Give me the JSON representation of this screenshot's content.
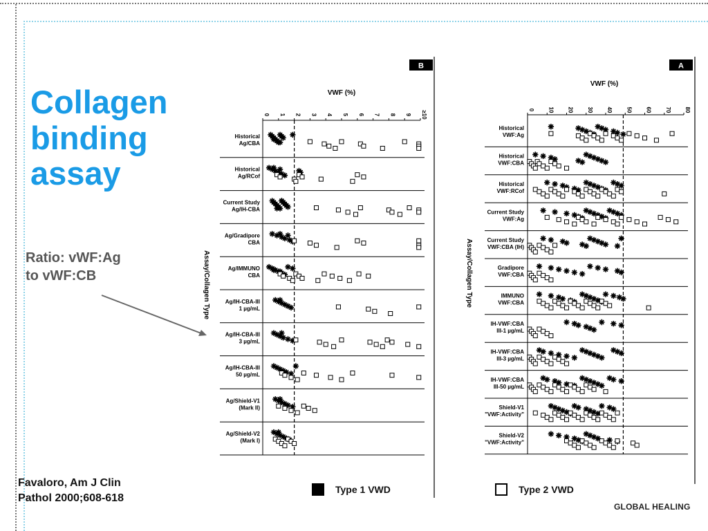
{
  "slide": {
    "title": "Collagen\nbinding\nassay",
    "ratio_note": "Ratio: vWF:Ag\nto vWF:CB",
    "citation": "Favaloro, Am J Clin\nPathol 2000;608-618",
    "logo": "GLOBAL HEALING"
  },
  "legend": [
    {
      "label": "Type 1 VWD",
      "style": "filled"
    },
    {
      "label": "Type 2 VWD",
      "style": "open"
    }
  ],
  "colors": {
    "title": "#1a9be6",
    "frame": "#8fd3e8",
    "marker": "#000000"
  },
  "chart_data": [
    {
      "type": "scatter",
      "panel_tag": "B",
      "title": "VWF (%)",
      "ylabel": "Assay/Collagen Type",
      "x_ticks": [
        "0",
        "1",
        "2",
        "3",
        "4",
        "5",
        "6",
        "7",
        "8",
        "9",
        "≥10"
      ],
      "xlim": [
        0,
        10
      ],
      "reference_line": 2,
      "marker_legend": {
        "Type 1 VWD": "filled star",
        "Type 2 VWD": "open square"
      },
      "categories": [
        "Historical\nAg/CBA",
        "Historical\nAg/RCof",
        "Current Study\nAg/IH-CBA",
        "Ag/Gradipore\nCBA",
        "Ag/IMMUNO\nCBA",
        "Ag/IH-CBA-III\n1 µg/mL",
        "Ag/IH-CBA-III\n3 µg/mL",
        "Ag/IH-CBA-III\n50 µg/mL",
        "Ag/Shield-V1\n(Mark II)",
        "Ag/Shield-V2\n(Mark I)"
      ],
      "series": [
        {
          "name": "Type 1 VWD",
          "values": [
            [
              0.5,
              0.6,
              0.7,
              0.8,
              0.9,
              1.0,
              1.1,
              1.2,
              1.3,
              0.7,
              0.9,
              1.1,
              1.9
            ],
            [
              0.4,
              0.6,
              0.8,
              1.0,
              1.2,
              1.4,
              0.7,
              1.1,
              2.3,
              2.4
            ],
            [
              0.6,
              0.7,
              0.8,
              0.9,
              1.0,
              1.1,
              1.2,
              1.3,
              1.4,
              1.5,
              1.6,
              0.9,
              1.2
            ],
            [
              0.6,
              0.9,
              1.2,
              1.4,
              1.7,
              1.9,
              1.1,
              1.6
            ],
            [
              0.4,
              0.6,
              0.8,
              1.0,
              1.2,
              1.4,
              1.6,
              1.9,
              0.7,
              1.1
            ],
            [
              0.8,
              1.0,
              1.2,
              1.4,
              1.6,
              1.8,
              1.1
            ],
            [
              0.7,
              0.9,
              1.1,
              1.3,
              1.6,
              1.9,
              1.2
            ],
            [
              0.7,
              0.9,
              1.1,
              1.3,
              1.5,
              1.8,
              2.1
            ],
            [
              0.8,
              1.0,
              1.2,
              1.4,
              1.6,
              1.9,
              1.1
            ],
            [
              0.7,
              0.9,
              1.1,
              1.3,
              1.5,
              1.7,
              1.0
            ]
          ]
        },
        {
          "name": "Type 2 VWD",
          "values": [
            [
              3.0,
              3.9,
              4.2,
              4.6,
              5.0,
              6.2,
              6.4,
              7.6,
              9.0,
              9.9,
              9.9,
              9.9
            ],
            [
              0.9,
              1.1,
              2.0,
              2.1,
              2.3,
              2.5,
              3.7,
              5.7,
              6.0,
              6.4
            ],
            [
              3.4,
              4.8,
              5.4,
              5.9,
              6.2,
              8.0,
              8.2,
              8.7,
              9.3,
              9.9,
              9.9
            ],
            [
              2.0,
              3.0,
              3.4,
              4.7,
              6.0,
              6.4,
              9.9,
              9.9,
              9.9
            ],
            [
              1.1,
              1.3,
              1.7,
              1.9,
              2.1,
              2.3,
              2.5,
              3.5,
              3.9,
              4.4,
              4.9,
              5.5,
              6.1,
              6.7
            ],
            [
              4.8,
              6.7,
              7.1,
              8.1,
              9.9
            ],
            [
              2.1,
              3.6,
              4.0,
              4.5,
              5.0,
              6.8,
              7.2,
              7.6,
              7.9,
              8.2,
              9.2,
              9.9
            ],
            [
              1.2,
              1.4,
              1.8,
              2.2,
              2.6,
              3.4,
              4.3,
              5.0,
              5.7,
              8.2,
              9.9
            ],
            [
              1.0,
              1.4,
              1.8,
              2.2,
              2.6,
              2.9,
              3.3
            ],
            [
              0.8,
              1.0,
              1.2,
              1.4,
              1.6,
              1.8,
              2.0
            ]
          ]
        }
      ]
    },
    {
      "type": "scatter",
      "panel_tag": "A",
      "title": "VWF (%)",
      "ylabel": "Assay/Collagen Type",
      "x_ticks": [
        "0",
        "10",
        "20",
        "30",
        "40",
        "50",
        "60",
        "70",
        "80"
      ],
      "xlim": [
        0,
        80
      ],
      "reference_line": 49,
      "marker_legend": {
        "Type 1 VWD": "filled star",
        "Type 2 VWD": "open square"
      },
      "categories": [
        "Historical\nVWF:Ag",
        "Historical\nVWF:CBA",
        "Historical\nVWF:RCof",
        "Current Study\nVWF:Ag",
        "Current Study\nVWF:CBA (IH)",
        "Gradipore\nVWF:CBA",
        "IMMUNO\nVWF:CBA",
        "IH-VWF:CBA\nIII-1 µg/mL",
        "IH-VWF:CBA\nIII-3 µg/mL",
        "IH-VWF:CBA\nIII-50 µg/mL",
        "Shield-V1\n\"VWF:Activity\"",
        "Shield-V2\n\"VWF:Activity\""
      ],
      "series": [
        {
          "name": "Type 1 VWD",
          "values": [
            [
              12,
              26,
              28,
              30,
              32,
              34,
              36,
              38,
              40,
              44,
              46,
              49
            ],
            [
              4,
              8,
              12,
              14,
              26,
              28,
              30,
              32,
              34,
              36,
              38,
              40
            ],
            [
              10,
              14,
              18,
              20,
              24,
              26,
              30,
              32,
              34,
              36,
              38,
              40,
              44,
              46,
              48
            ],
            [
              8,
              14,
              20,
              24,
              26,
              28,
              30,
              32,
              34,
              36,
              38,
              40,
              42,
              44,
              46,
              48
            ],
            [
              8,
              12,
              18,
              20,
              28,
              30,
              32,
              34,
              36,
              38,
              40,
              46,
              48
            ],
            [
              6,
              12,
              16,
              20,
              24,
              28,
              32,
              36,
              40,
              46,
              48
            ],
            [
              6,
              12,
              16,
              18,
              22,
              24,
              28,
              30,
              32,
              34,
              36,
              38,
              40,
              44,
              47,
              49
            ],
            [
              20,
              24,
              26,
              30,
              32,
              34,
              38,
              44,
              48
            ],
            [
              6,
              8,
              12,
              16,
              20,
              24,
              28,
              30,
              32,
              34,
              36,
              38,
              44,
              46,
              48
            ],
            [
              8,
              10,
              14,
              16,
              20,
              24,
              28,
              30,
              32,
              34,
              36,
              38,
              42,
              44,
              48
            ],
            [
              12,
              14,
              16,
              18,
              20,
              22,
              24,
              26,
              30,
              32,
              34,
              36,
              38,
              42,
              44
            ],
            [
              12,
              16,
              20,
              24,
              26,
              28,
              30,
              32,
              34,
              36,
              42,
              46
            ]
          ]
        },
        {
          "name": "Type 2 VWD",
          "values": [
            [
              12,
              26,
              28,
              30,
              32,
              34,
              36,
              38,
              40,
              44,
              46,
              48,
              52,
              56,
              60,
              66,
              74
            ],
            [
              1,
              2,
              3,
              4,
              5,
              6,
              8,
              10,
              12,
              14,
              16,
              20
            ],
            [
              4,
              6,
              8,
              10,
              12,
              14,
              16,
              18,
              20,
              24,
              26,
              28,
              30,
              32,
              34,
              36,
              38,
              40,
              42,
              44,
              46,
              48,
              70
            ],
            [
              10,
              16,
              20,
              24,
              26,
              28,
              30,
              34,
              36,
              40,
              44,
              46,
              48,
              52,
              56,
              60,
              68,
              72,
              76
            ],
            [
              1,
              2,
              3,
              4,
              6,
              8,
              10,
              12,
              14
            ],
            [
              1,
              2,
              3,
              4,
              6,
              8,
              10,
              12
            ],
            [
              6,
              8,
              10,
              12,
              14,
              16,
              18,
              20,
              22,
              24,
              26,
              28,
              30,
              32,
              34,
              36,
              38,
              40,
              42,
              62
            ],
            [
              1,
              2,
              3,
              4,
              6,
              8,
              10,
              12
            ],
            [
              1,
              2,
              3,
              4,
              6,
              8,
              10,
              12,
              14,
              16,
              18,
              20
            ],
            [
              1,
              2,
              3,
              4,
              6,
              8,
              10,
              12,
              14,
              16,
              18,
              20,
              22,
              24,
              26,
              28,
              30,
              32,
              34,
              40
            ],
            [
              4,
              8,
              10,
              12,
              14,
              16,
              18,
              20,
              22,
              24,
              26,
              28,
              30,
              32,
              34,
              36,
              38,
              40,
              42,
              44,
              46
            ],
            [
              20,
              22,
              24,
              26,
              28,
              30,
              32,
              34,
              38,
              40,
              42,
              44,
              46,
              54,
              56
            ]
          ]
        }
      ]
    }
  ]
}
